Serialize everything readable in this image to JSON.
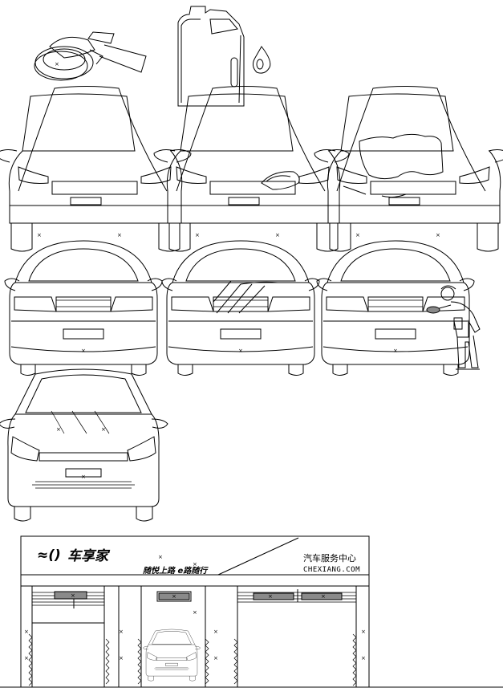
{
  "storefront": {
    "brand_mark": "≈()",
    "brand_name": "车享家",
    "slogan": "随悦上路  e路随行",
    "service_title": "汽车服务中心",
    "url": "CHEXIANG.COM"
  },
  "marker": "×"
}
